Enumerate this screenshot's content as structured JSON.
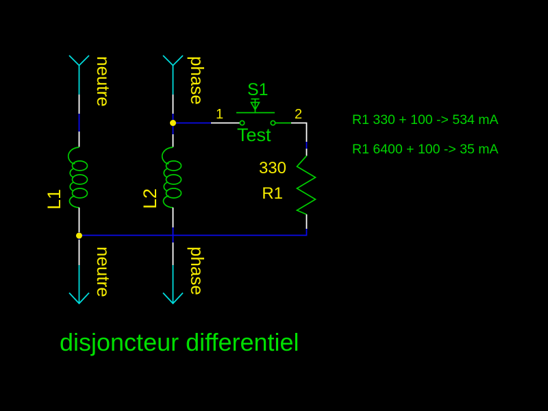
{
  "title": "disjoncteur differentiel",
  "connectors": {
    "top_left": "neutre",
    "top_middle": "phase",
    "bottom_left": "neutre",
    "bottom_middle": "phase"
  },
  "components": {
    "l1": {
      "ref": "L1"
    },
    "l2": {
      "ref": "L2"
    },
    "s1": {
      "ref": "S1",
      "label": "Test",
      "pin1": "1",
      "pin2": "2"
    },
    "r1": {
      "ref": "R1",
      "value": "330"
    }
  },
  "annotations": {
    "line1": "R1 330 + 100 -> 534 mA",
    "line2": "R1 6400 + 100 -> 35 mA"
  },
  "colors": {
    "background": "#000000",
    "net_wire": "#0A0AEC",
    "pin": "#FFFFFF",
    "component_green": "#00CF00",
    "text_green": "#00D400",
    "title_green": "#00E000",
    "label_yellow": "#F5EB00",
    "junction_yellow": "#F5EB00",
    "connector_cyan": "#00DCDC"
  }
}
